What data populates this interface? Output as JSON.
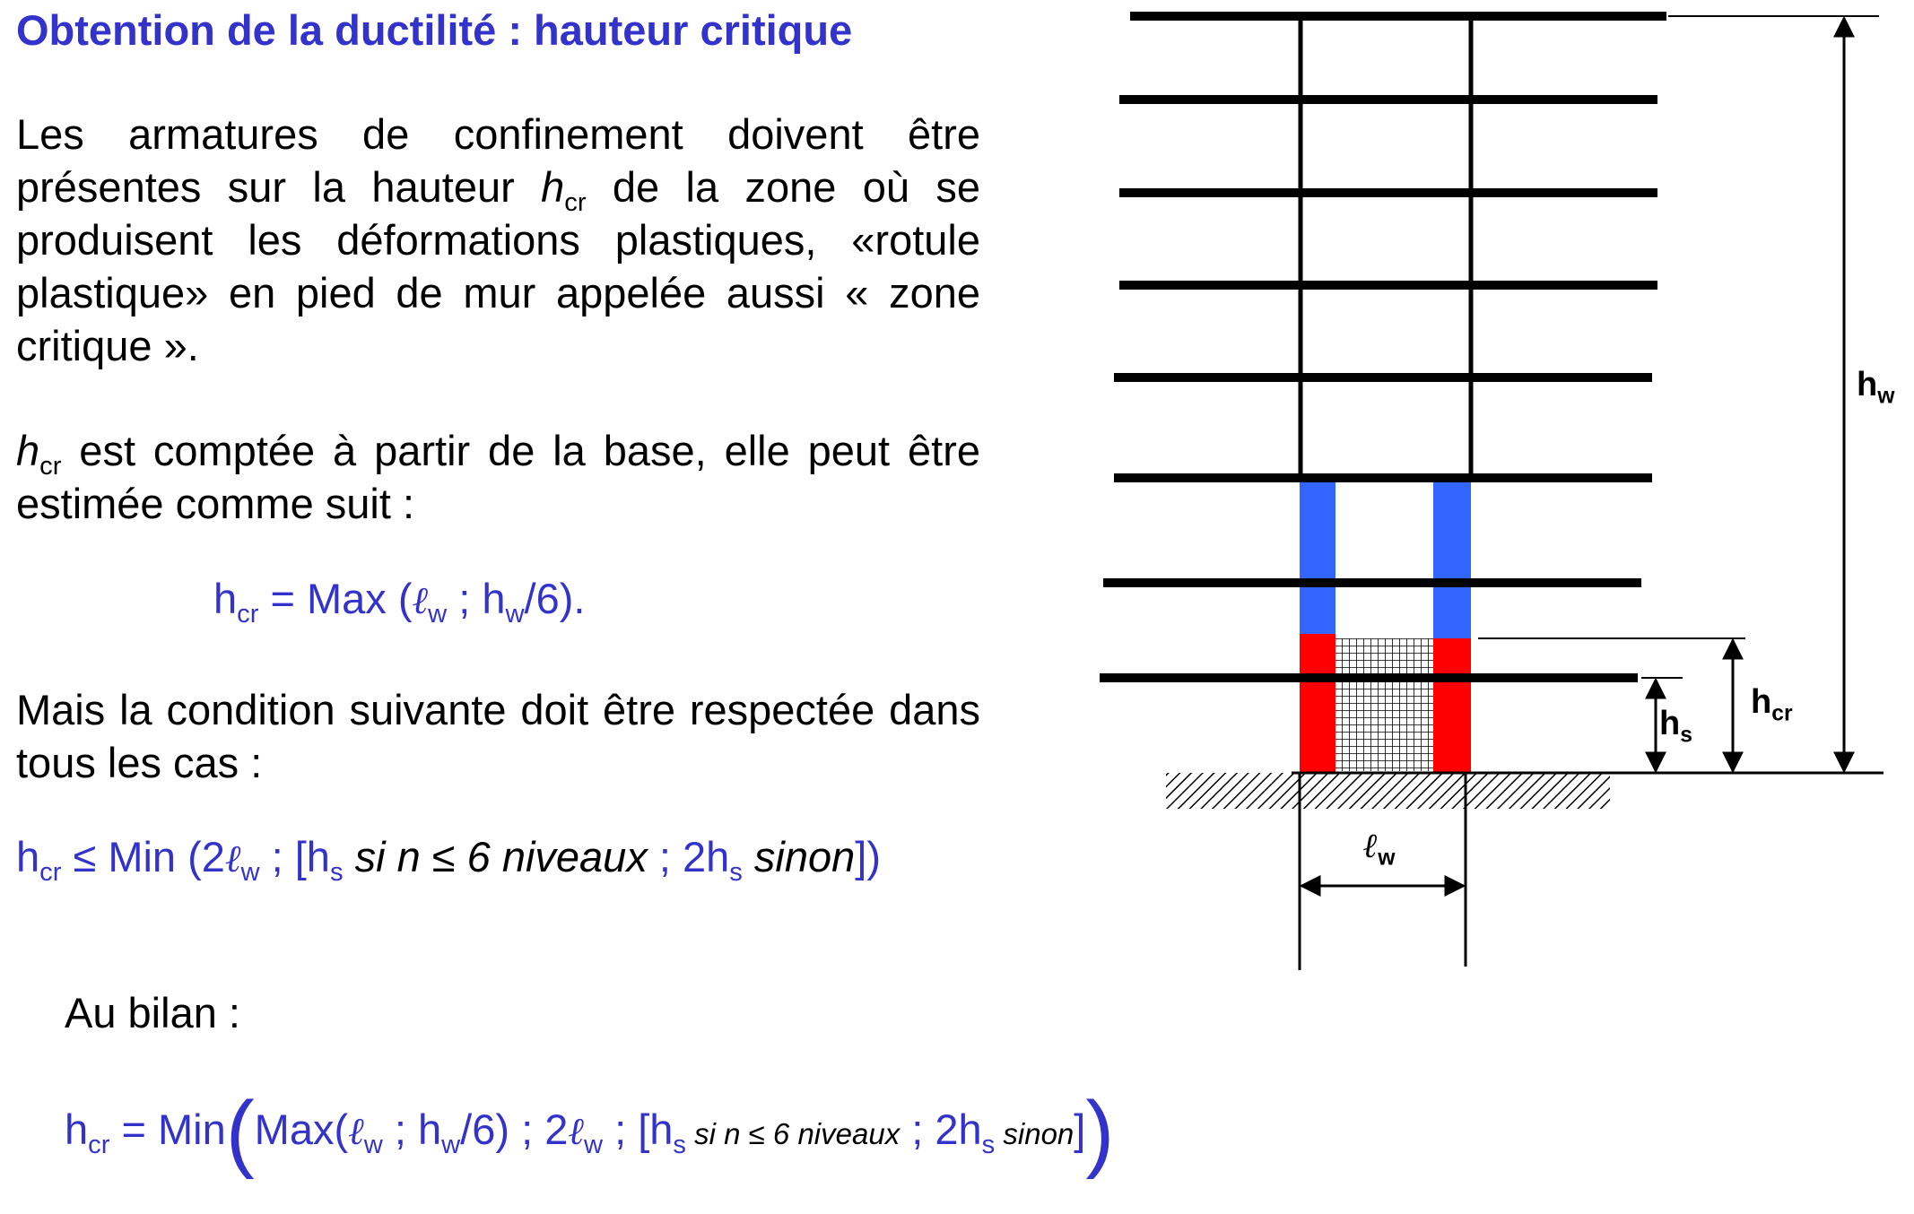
{
  "title": "Obtention de la ductilité : hauteur critique",
  "paragraph1": {
    "a": "Les armatures de confinement doivent être présentes sur la hauteur ",
    "h": "h",
    "sub": "cr",
    "b": " de la zone où se produisent les déformations plastiques, «rotule plastique» en pied de mur appelée aussi « zone critique »."
  },
  "paragraph2": {
    "h": "h",
    "sub": "cr",
    "b": " est comptée à partir de la base, elle peut être estimée comme suit :"
  },
  "formula1": {
    "h": "h",
    "sub_cr": "cr",
    "eq": " = Max (",
    "ell": "ℓ",
    "sub_w": "w",
    "mid": " ; h",
    "sub_w2": "w",
    "end": "/6)."
  },
  "paragraph3": "Mais la condition suivante doit être respectée dans tous les cas :",
  "formula2": {
    "h": "h",
    "sub_cr": "cr",
    "a": " ≤ Min (2",
    "ell": "ℓ",
    "sub_w": "w",
    "b": " ; [h",
    "sub_s": "s",
    "c": "si n ≤ 6 niveaux",
    "d": " ; 2h",
    "sub_s2": "s",
    "e": "sinon",
    "f": "])"
  },
  "paragraph4": "Au bilan :",
  "formula3": {
    "h": "h",
    "sub_cr": "cr",
    "eq": " = Min",
    "open": "(",
    "a": "Max(",
    "ell": "ℓ",
    "sub_w": "w",
    "b": " ; h",
    "sub_w2": "w",
    "c": "/6) ; 2",
    "ell2": "ℓ",
    "sub_w3": "w",
    "d": " ; [h",
    "sub_s": "s",
    "e": " si n ≤ 6 niveaux",
    "f": " ; 2h",
    "sub_s2": "s",
    "g": " sinon",
    "h2": "]",
    "close": ")"
  },
  "diagram": {
    "label_hw": {
      "main": "h",
      "sub": "w"
    },
    "label_hcr": {
      "main": "h",
      "sub": "cr"
    },
    "label_hs": {
      "main": "h",
      "sub": "s"
    },
    "label_lw": {
      "main": "ℓ",
      "sub": "w"
    },
    "floor_count": 8,
    "colors": {
      "text_accent": "#3333cc",
      "confinement_upper": "#3366ff",
      "confinement_lower": "#ff0000"
    }
  }
}
